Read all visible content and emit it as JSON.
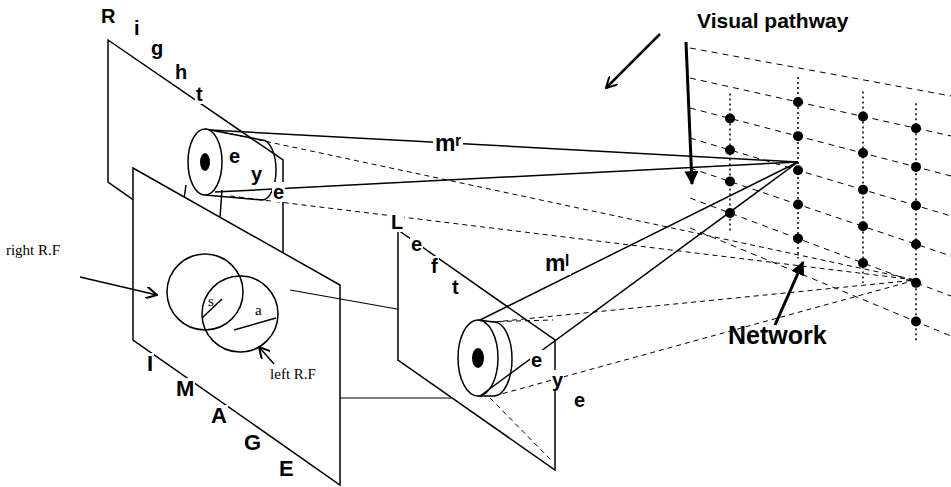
{
  "diagram": {
    "labels": [
      "Right eye",
      "Visual pathway",
      "mʳ",
      "right R.F",
      "s",
      "a",
      "Left eye",
      "mˡ",
      "left R.F",
      "Network",
      "IMAGE"
    ]
  }
}
